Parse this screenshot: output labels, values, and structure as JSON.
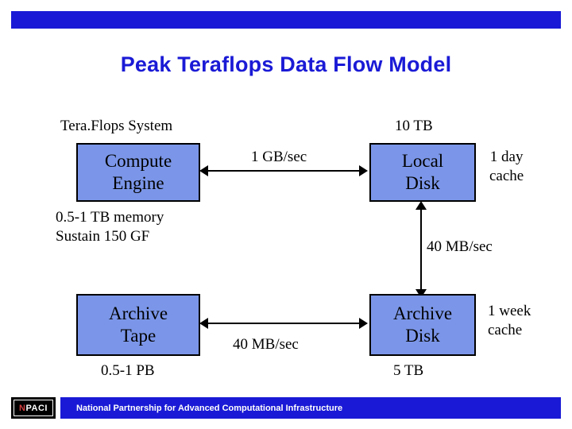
{
  "slide": {
    "title": "Peak Teraflops Data Flow Model",
    "accent_color": "#1a1ad6",
    "box_fill_color": "#7b96e8"
  },
  "diagram": {
    "nodes": [
      {
        "id": "compute-engine",
        "label": "Compute\nEngine"
      },
      {
        "id": "local-disk",
        "label": "Local\nDisk"
      },
      {
        "id": "archive-tape",
        "label": "Archive\nTape"
      },
      {
        "id": "archive-disk",
        "label": "Archive\nDisk"
      }
    ],
    "annotations": [
      {
        "id": "terraflops-system",
        "text": "Tera.Flops System"
      },
      {
        "id": "ten-tb",
        "text": "10 TB"
      },
      {
        "id": "compute-memory",
        "text": "0.5-1 TB memory\n  Sustain 150 GF"
      },
      {
        "id": "one-day-cache",
        "text": "1 day\ncache"
      },
      {
        "id": "one-week-cache",
        "text": "1 week\n  cache"
      },
      {
        "id": "archive-tape-capacity",
        "text": "0.5-1 PB"
      },
      {
        "id": "archive-disk-capacity",
        "text": "5 TB"
      }
    ],
    "edges": [
      {
        "id": "compute-to-local-disk",
        "label": "1 GB/sec"
      },
      {
        "id": "local-disk-to-archive-disk",
        "label": "40 MB/sec"
      },
      {
        "id": "archive-tape-to-archive-disk",
        "label": "40 MB/sec"
      }
    ]
  },
  "footer": {
    "text": "National Partnership for Advanced Computational Infrastructure",
    "logo_left": "N",
    "logo_right": "PACI"
  }
}
